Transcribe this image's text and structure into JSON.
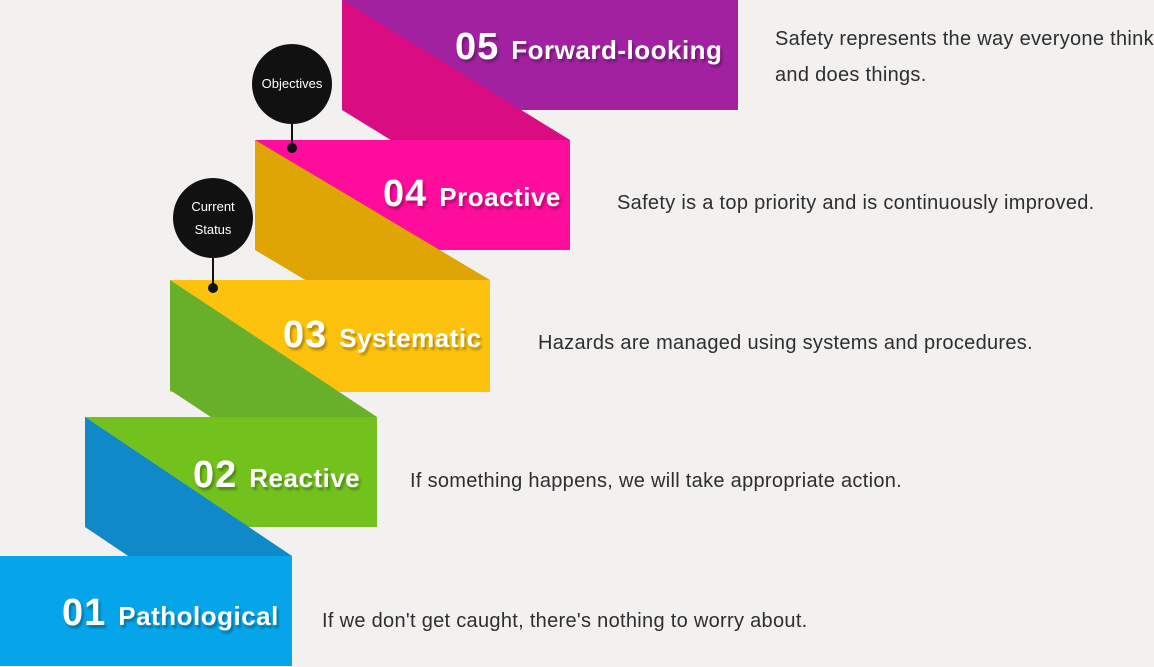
{
  "levels": [
    {
      "number": "05",
      "name": "Forward-looking",
      "description_lines": [
        "Safety represents the way everyone thinks",
        "and does things."
      ]
    },
    {
      "number": "04",
      "name": "Proactive",
      "description_lines": [
        "Safety is a top priority and is continuously improved."
      ]
    },
    {
      "number": "03",
      "name": "Systematic",
      "description_lines": [
        "Hazards are managed using systems and procedures."
      ]
    },
    {
      "number": "02",
      "name": "Reactive",
      "description_lines": [
        "If something happens, we will take appropriate action."
      ]
    },
    {
      "number": "01",
      "name": "Pathological",
      "description_lines": [
        "If we don't get caught, there's nothing to worry about."
      ]
    }
  ],
  "markers": [
    {
      "label": "Objectives"
    },
    {
      "label": "Current Status"
    }
  ],
  "palette": {
    "background": "#f2f1f0",
    "level5_band": "#a121a1",
    "level4_band": "#fe0c9b",
    "level4_fold": "#d90c82",
    "level3_band": "#fdc20d",
    "level3_fold": "#dea504",
    "level2_band": "#72c11d",
    "level2_fold": "#69b02a",
    "level1_band": "#06a4e8",
    "level1_fold": "#0f89c7",
    "marker_circle": "#111111",
    "label_text": "#ffffff",
    "description_text": "#2e2e2e"
  }
}
